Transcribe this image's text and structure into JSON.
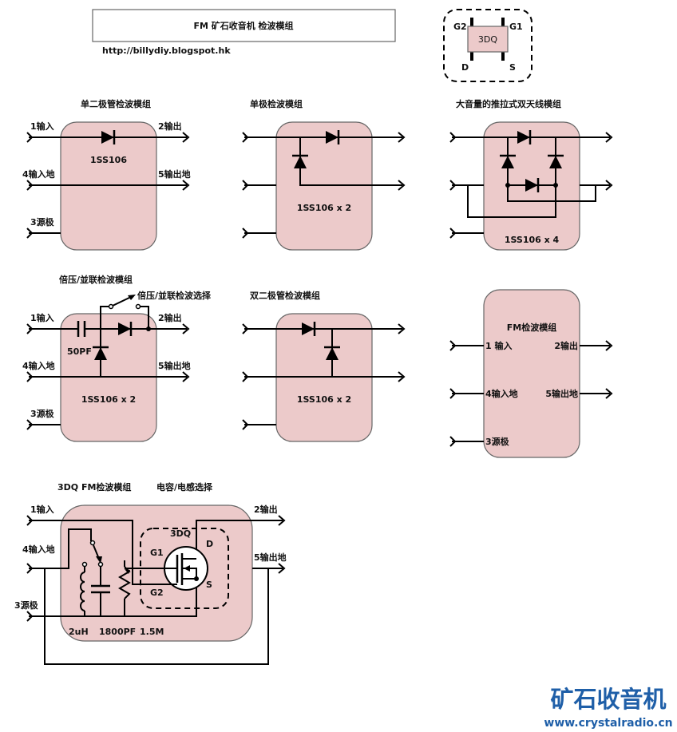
{
  "header": {
    "title": "FM 矿石收音机 检波模组",
    "url": "http://billydiy.blogspot.hk"
  },
  "transistor_legend": {
    "part": "3DQ",
    "pins": {
      "g2": "G2",
      "g1": "G1",
      "d": "D",
      "s": "S"
    }
  },
  "port_labels": {
    "in1": "1输入",
    "in1_spaced": "1 输入",
    "out2": "2输出",
    "in4": "4输入地",
    "out5": "5输出地",
    "src3": "3源极"
  },
  "modules": {
    "single_diode": {
      "title": "单二极管检波模组",
      "part": "1SS106"
    },
    "single_pole": {
      "title": "单极检波模组",
      "part": "1SS106 x 2"
    },
    "push_pull": {
      "title": "大音量的推拉式双天线模组",
      "part": "1SS106 x 4"
    },
    "doubler": {
      "title": "倍压/並联检波模组",
      "switch_label": "倍压/並联检波选择",
      "cap": "50PF",
      "part": "1SS106 x 2"
    },
    "dual_diode": {
      "title": "双二极管检波模组",
      "part": "1SS106 x 2"
    },
    "generic": {
      "title": "FM检波模组"
    },
    "dqfm": {
      "title": "3DQ FM检波模组",
      "selector_label": "电容/电感选择",
      "transistor": "3DQ",
      "g1": "G1",
      "g2": "G2",
      "d": "D",
      "s": "S",
      "values": [
        "2uH",
        "1800PF",
        "1.5M"
      ]
    }
  },
  "logo": {
    "name": "矿石收音机",
    "url": "www.crystalradio.cn",
    "color": "#1f5fa8"
  }
}
